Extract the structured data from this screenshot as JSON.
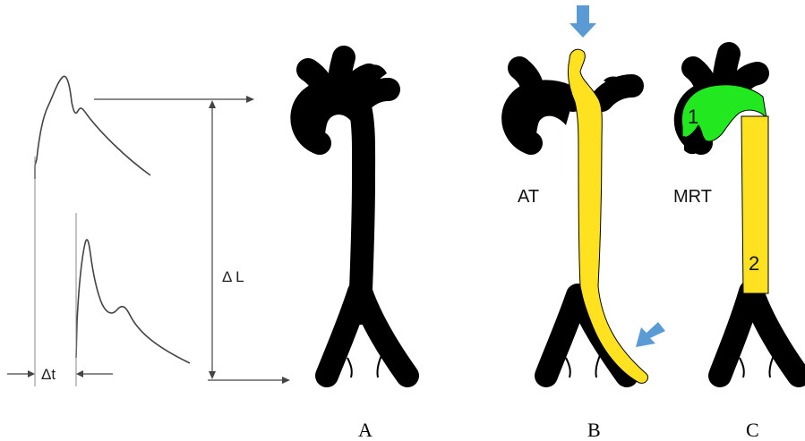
{
  "labels": {
    "delta_t": "Δt",
    "delta_l": "Δ L",
    "at": "AT",
    "mrt": "MRT",
    "region_1": "1",
    "region_2": "2"
  },
  "panels": {
    "a": "A",
    "b": "B",
    "c": "C"
  },
  "colors": {
    "aorta": "#000000",
    "highlight_yellow": "#ffe21f",
    "highlight_green": "#22e81f",
    "arrow_blue": "#5b9bd5",
    "line_gray": "#4a4a4a"
  }
}
